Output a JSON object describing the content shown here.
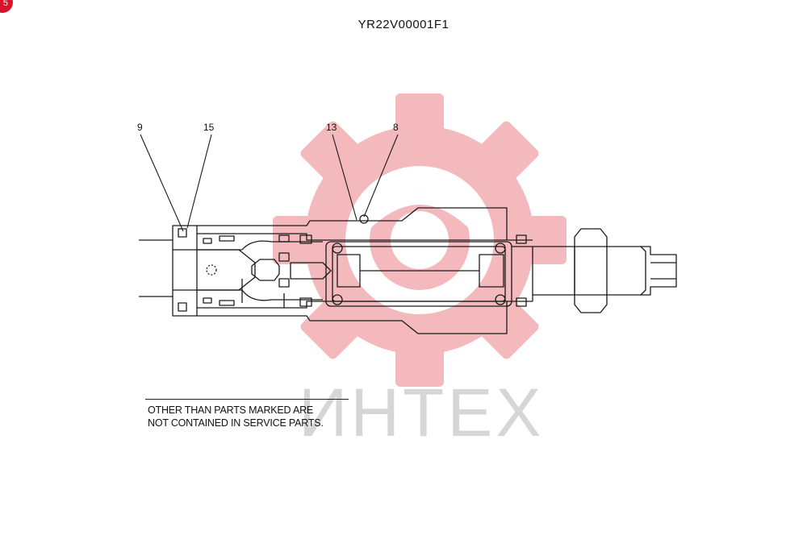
{
  "header": {
    "title": "YR22V00001F1",
    "badge": "5"
  },
  "callouts": [
    {
      "id": "9",
      "label": "9"
    },
    {
      "id": "15",
      "label": "15"
    },
    {
      "id": "13",
      "label": "13"
    },
    {
      "id": "8",
      "label": "8"
    }
  ],
  "note": {
    "line1": "OTHER THAN PARTS MARKED ARE",
    "line2": "NOT CONTAINED IN SERVICE PARTS."
  },
  "watermark": {
    "text": "ИНТЕХ"
  },
  "colors": {
    "watermark_red": "#f4b9bc",
    "watermark_gray": "#d6d6d6",
    "line": "#1a1a1a"
  }
}
